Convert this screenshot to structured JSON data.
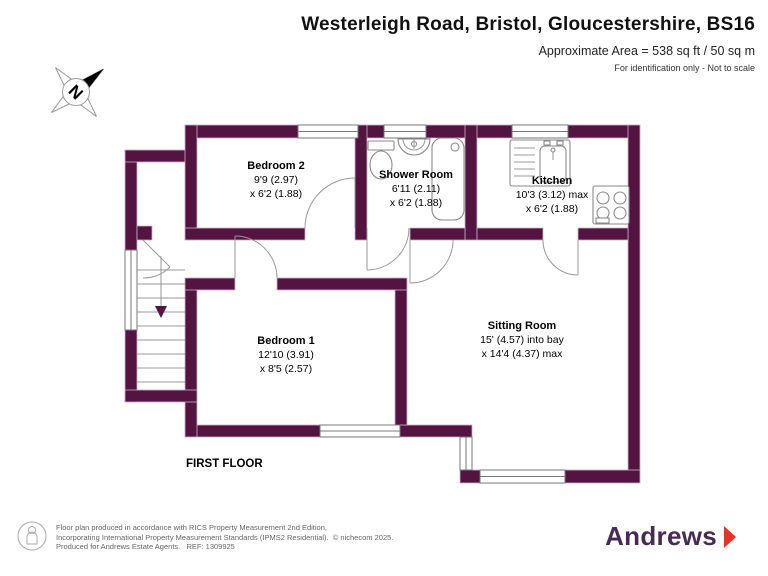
{
  "header": {
    "title": "Westerleigh Road, Bristol, Gloucestershire, BS16",
    "area": "Approximate Area = 538 sq ft / 50 sq m",
    "disclaimer": "For identification only - Not to scale"
  },
  "compass": {
    "label": "N"
  },
  "plan": {
    "floor_label": "FIRST FLOOR",
    "rooms": [
      {
        "name": "Bedroom 2",
        "line1": "9'9 (2.97)",
        "line2": "x 6'2 (1.88)"
      },
      {
        "name": "Shower Room",
        "line1": "6'11 (2.11)",
        "line2": "x 6'2 (1.88)"
      },
      {
        "name": "Kitchen",
        "line1": "10'3 (3.12) max",
        "line2": "x 6'2 (1.88)"
      },
      {
        "name": "Bedroom 1",
        "line1": "12'10 (3.91)",
        "line2": "x 8'5 (2.57)"
      },
      {
        "name": "Sitting Room",
        "line1": "15' (4.57) into bay",
        "line2": "x 14'4 (4.37) max"
      }
    ]
  },
  "footer": {
    "lines": [
      "Floor plan produced in accordance with RICS Property Measurement 2nd Edition,",
      "Incorporating International Property Measurement Standards (IPMS2 Residential).  © nichecom 2025.",
      "Produced for Andrews Estate Agents.   REF: 1309925"
    ],
    "brand": "Andrews"
  },
  "colors": {
    "wall": "#541441",
    "brand_purple": "#472b52",
    "brand_red": "#e6322b"
  }
}
